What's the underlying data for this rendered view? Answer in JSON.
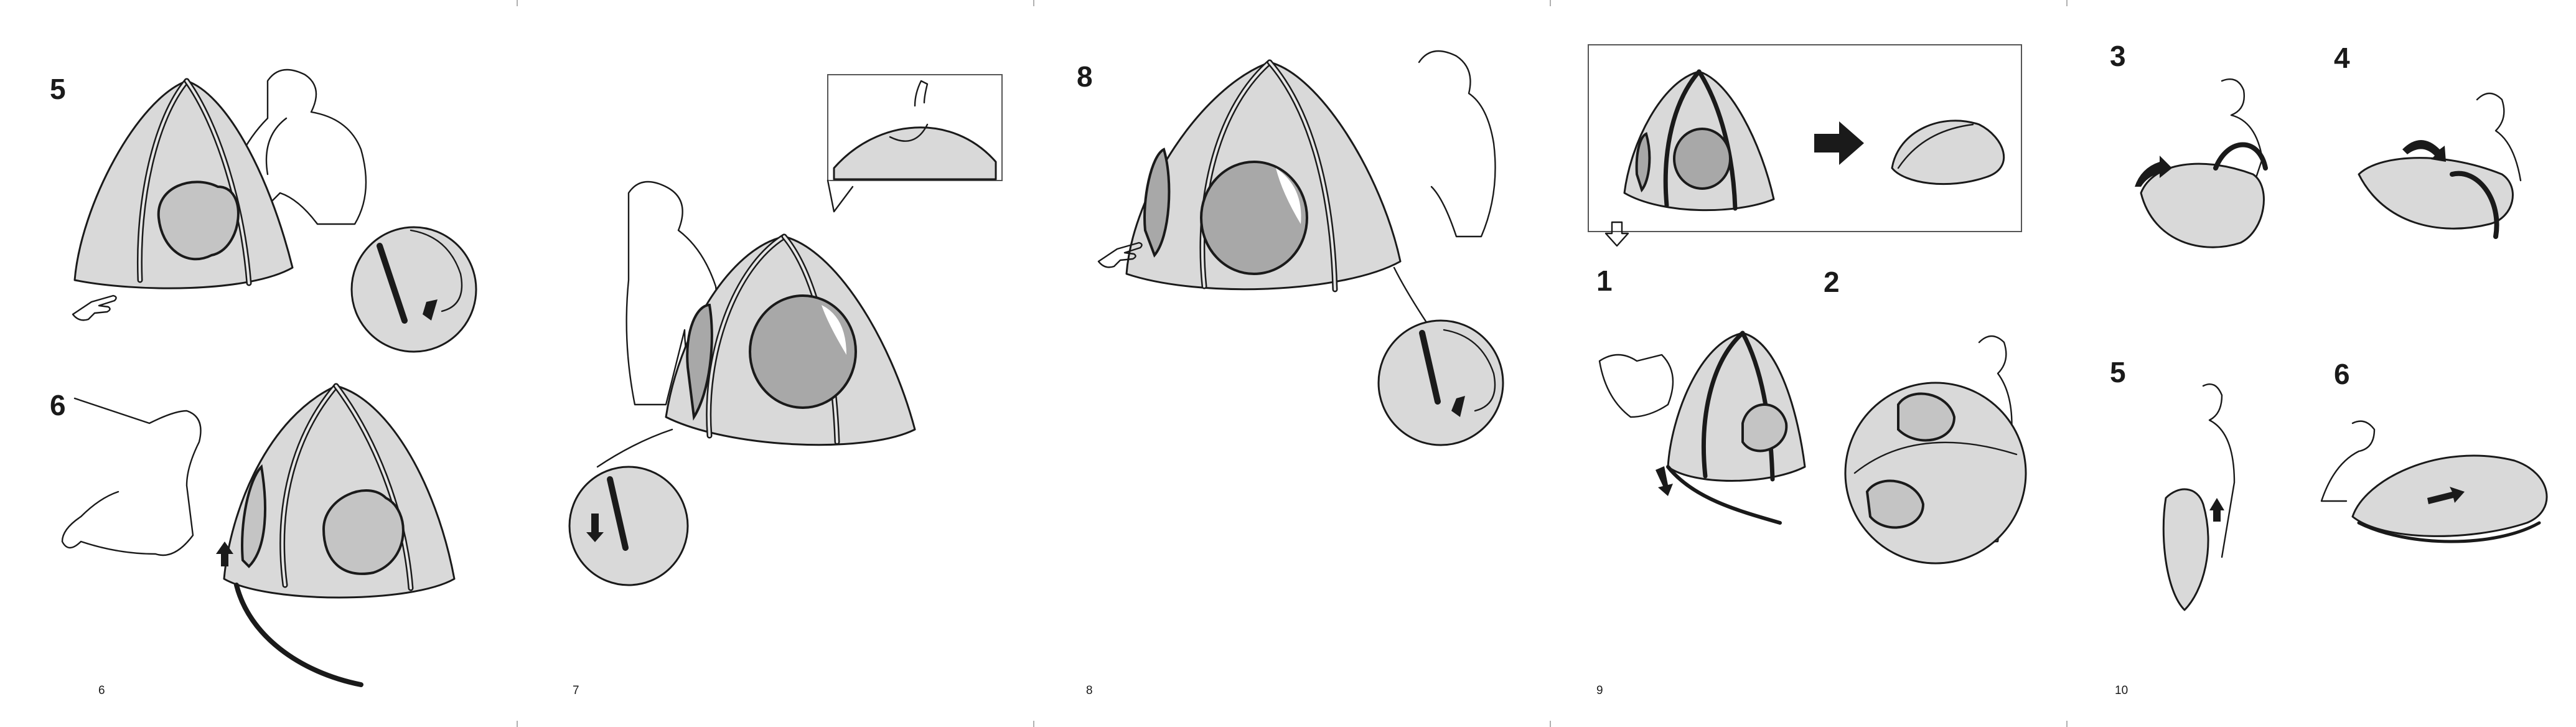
{
  "pages": [
    {
      "number": "6",
      "steps": [
        "5",
        "6"
      ]
    },
    {
      "number": "7",
      "steps": []
    },
    {
      "number": "8",
      "steps": [
        "8"
      ]
    },
    {
      "number": "9",
      "steps": [
        "1",
        "2"
      ]
    },
    {
      "number": "10",
      "steps": [
        "3",
        "4",
        "5",
        "6"
      ]
    }
  ],
  "icons": [
    "pointing-hand-icon",
    "right-arrow-icon",
    "down-outline-arrow-icon",
    "curved-arrow-icon"
  ],
  "colors": {
    "tent_fill": "#d9d9d9",
    "window_fill": "#a8a8a8",
    "ink": "#1a1a1a"
  }
}
